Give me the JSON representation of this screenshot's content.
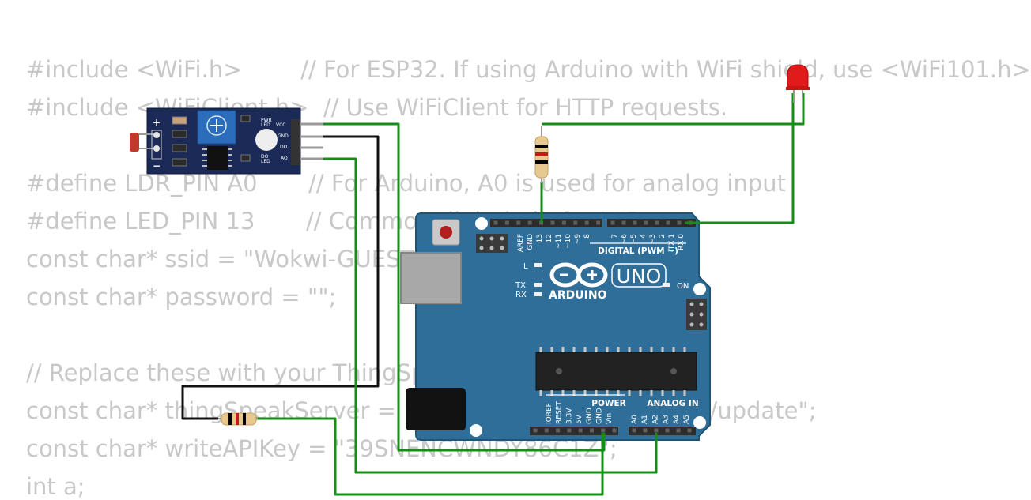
{
  "code": [
    "#include <WiFi.h>        // For ESP32. If using Arduino with WiFi shield, use <WiFi101.h>",
    "#include <WiFiClient.h>  // Use WiFiClient for HTTP requests.",
    "",
    "#define LDR_PIN A0       // For Arduino, A0 is used for analog input",
    "#define LED_PIN 13       // Common digital pin for LED",
    "const char* ssid = \"Wokwi-GUEST\";",
    "const char* password = \"\";",
    "",
    "// Replace these with your ThingSpeak details",
    "const char* thingSpeakServer = \"http://api.thingspeak.com/update\";",
    "const char* writeAPIKey = \"39SNENCWNDY86C1Z\";",
    "int a;"
  ],
  "ldr_module": {
    "plus": "+",
    "minus": "−",
    "pwr_led": [
      "PWR",
      "LED"
    ],
    "do_led": [
      "DO",
      "LED"
    ],
    "pins": [
      "VCC",
      "GND",
      "DO",
      "AO"
    ]
  },
  "arduino": {
    "brand": "ARDUINO",
    "model": "UNO",
    "digital_header": "DIGITAL (PWM ~)",
    "digital_pins": [
      "AREF",
      "GND",
      "13",
      "12",
      "~11",
      "~10",
      "~9",
      "8",
      "7",
      "~6",
      "~5",
      "4",
      "~3",
      "2",
      "TX 1",
      "RX 0"
    ],
    "power_header": "POWER",
    "power_pins": [
      "IOREF",
      "RESET",
      "3.3V",
      "5V",
      "GND",
      "GND",
      "Vin"
    ],
    "analog_header": "ANALOG IN",
    "analog_pins": [
      "A0",
      "A1",
      "A2",
      "A3",
      "A4",
      "A5"
    ],
    "led_labels": [
      "L",
      "TX",
      "RX"
    ],
    "on_label": "ON",
    "colors": {
      "board": "#2f6e98",
      "board_edge": "#1f5475",
      "silk": "#ffffff"
    }
  },
  "components": {
    "led_color": "#e11b1b",
    "resistor_bands": [
      "#000000",
      "#c41a1a",
      "#000000"
    ],
    "wire_color": "#178c18"
  }
}
